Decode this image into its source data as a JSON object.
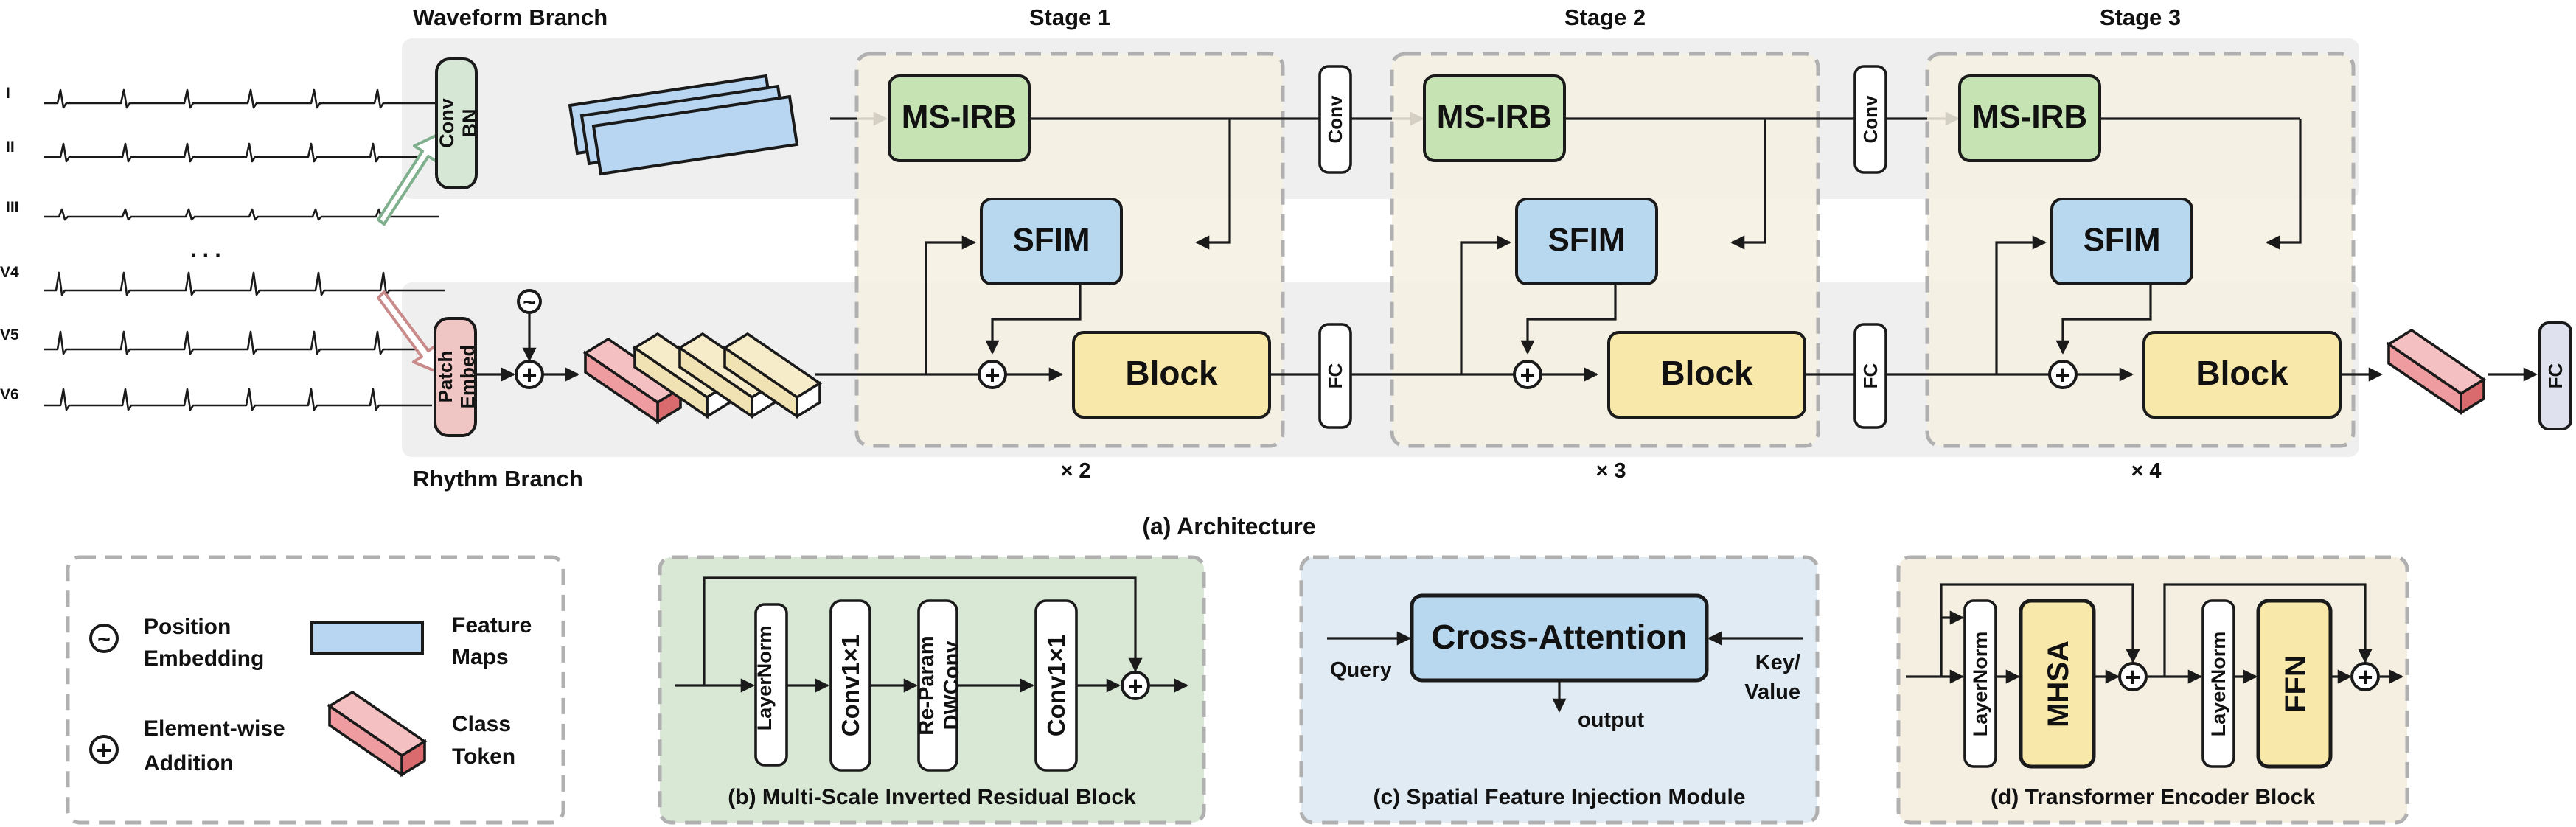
{
  "architecture": {
    "caption": "(a) Architecture",
    "waveform_branch_label": "Waveform Branch",
    "rhythm_branch_label": "Rhythm Branch",
    "leads": [
      "I",
      "II",
      "III",
      "V4",
      "V5",
      "V6"
    ],
    "ellipsis": ". . .",
    "position_symbol": "~",
    "plus_symbol": "+",
    "conv_bn": {
      "line1": "Conv",
      "line2": "BN"
    },
    "patch_embed": {
      "line1": "Patch",
      "line2": "Embed"
    },
    "stages": [
      {
        "title": "Stage 1",
        "repeat": "× 2",
        "msirb": "MS-IRB",
        "sfim": "SFIM",
        "block": "Block"
      },
      {
        "title": "Stage 2",
        "repeat": "× 3",
        "msirb": "MS-IRB",
        "sfim": "SFIM",
        "block": "Block"
      },
      {
        "title": "Stage 3",
        "repeat": "× 4",
        "msirb": "MS-IRB",
        "sfim": "SFIM",
        "block": "Block"
      }
    ],
    "between_stage_conv": "Conv",
    "between_stage_fc": "FC",
    "final_fc": "FC"
  },
  "legend": {
    "position_embedding": {
      "line1": "Position",
      "line2": "Embedding"
    },
    "element_wise_addition": {
      "line1": "Element-wise",
      "line2": "Addition"
    },
    "feature_maps": {
      "line1": "Feature",
      "line2": "Maps"
    },
    "class_token": {
      "line1": "Class",
      "line2": "Token"
    }
  },
  "msirb_detail": {
    "caption": "(b) Multi-Scale Inverted Residual Block",
    "layernorm": "LayerNorm",
    "conv1": "Conv1×1",
    "reparam": {
      "line1": "Re-Param",
      "line2": "DWConv"
    },
    "conv2": "Conv1×1"
  },
  "sfim_detail": {
    "caption": "(c) Spatial Feature  Injection Module",
    "cross_attention": "Cross-Attention",
    "query": "Query",
    "key_value": {
      "line1": "Key/",
      "line2": "Value"
    },
    "output": "output"
  },
  "transformer_detail": {
    "caption": "(d) Transformer Encoder Block",
    "layernorm1": "LayerNorm",
    "mhsa": "MHSA",
    "layernorm2": "LayerNorm",
    "ffn": "FFN"
  },
  "colors": {
    "msirb_fill": "#c5e3b3",
    "sfim_fill": "#b7d8ee",
    "block_fill": "#f8e8a9",
    "conv_bn_fill": "#d6e7d5",
    "patch_embed_fill": "#f0c6c4",
    "stage_bg": "#f6f0e2",
    "branch_bg": "#efefef",
    "feature_map_fill": "#b8d6f1",
    "class_token_fill": "#ee9c9f",
    "token_fill": "#f1e2b3",
    "panel_b_bg": "#d9e8d5",
    "panel_c_bg": "#e1ebf4",
    "panel_d_bg": "#f5efe2",
    "final_fc_fill": "#dfe1ee"
  }
}
